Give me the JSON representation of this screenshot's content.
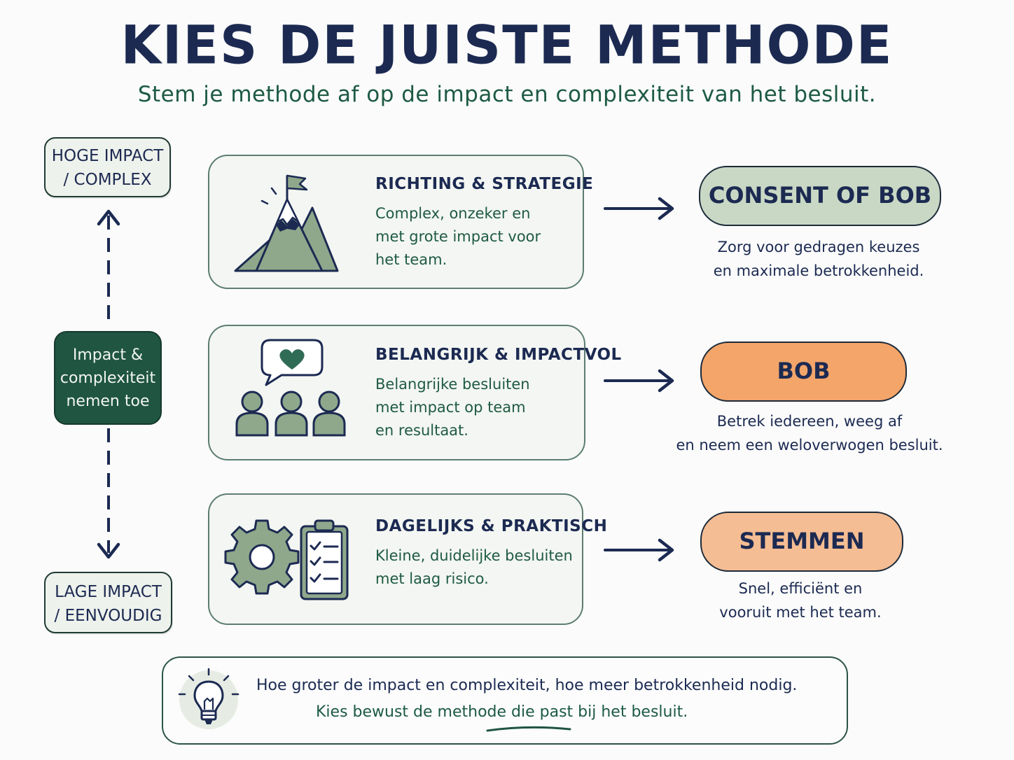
{
  "title": "KIES DE JUISTE METHODE",
  "subtitle": "Stem je methode af op de impact en complexiteit van het besluit.",
  "scale": {
    "top_label": "HOGE IMPACT\n/ COMPLEX",
    "center_label": "Impact &\ncomplexiteit\nnemen toe",
    "bottom_label": "LAGE IMPACT\n/ EENVOUDIG"
  },
  "rows": [
    {
      "icon": "mountain-flag-icon",
      "heading": "RICHTING & STRATEGIE",
      "text": "Complex, onzeker en\nmet grote impact voor\nhet team.",
      "method": "CONSENT OF BOB",
      "method_color": "#c8d8c4",
      "method_desc": "Zorg voor gedragen keuzes\nen maximale betrokkenheid."
    },
    {
      "icon": "team-heart-icon",
      "heading": "BELANGRIJK & IMPACTVOL",
      "text": "Belangrijke besluiten\nmet impact op team\nen resultaat.",
      "method": "BOB",
      "method_color": "#f3a56a",
      "method_desc": "Betrek iedereen, weeg af\nen neem een weloverwogen besluit."
    },
    {
      "icon": "gear-checklist-icon",
      "heading": "DAGELIJKS & PRAKTISCH",
      "text": "Kleine, duidelijke besluiten\nmet laag risico.",
      "method": "STEMMEN",
      "method_color": "#f5bd93",
      "method_desc": "Snel, efficiënt en\nvooruit met het team."
    }
  ],
  "tip": {
    "icon": "lightbulb-icon",
    "line1": "Hoe groter de impact en complexiteit, hoe meer betrokkenheid nodig.",
    "line2": "Kies bewust de methode die past bij het besluit."
  },
  "colors": {
    "navy": "#1c2a52",
    "dark_green": "#1f5541",
    "text_green": "#1d5a44",
    "sage": "#8fa88c"
  }
}
